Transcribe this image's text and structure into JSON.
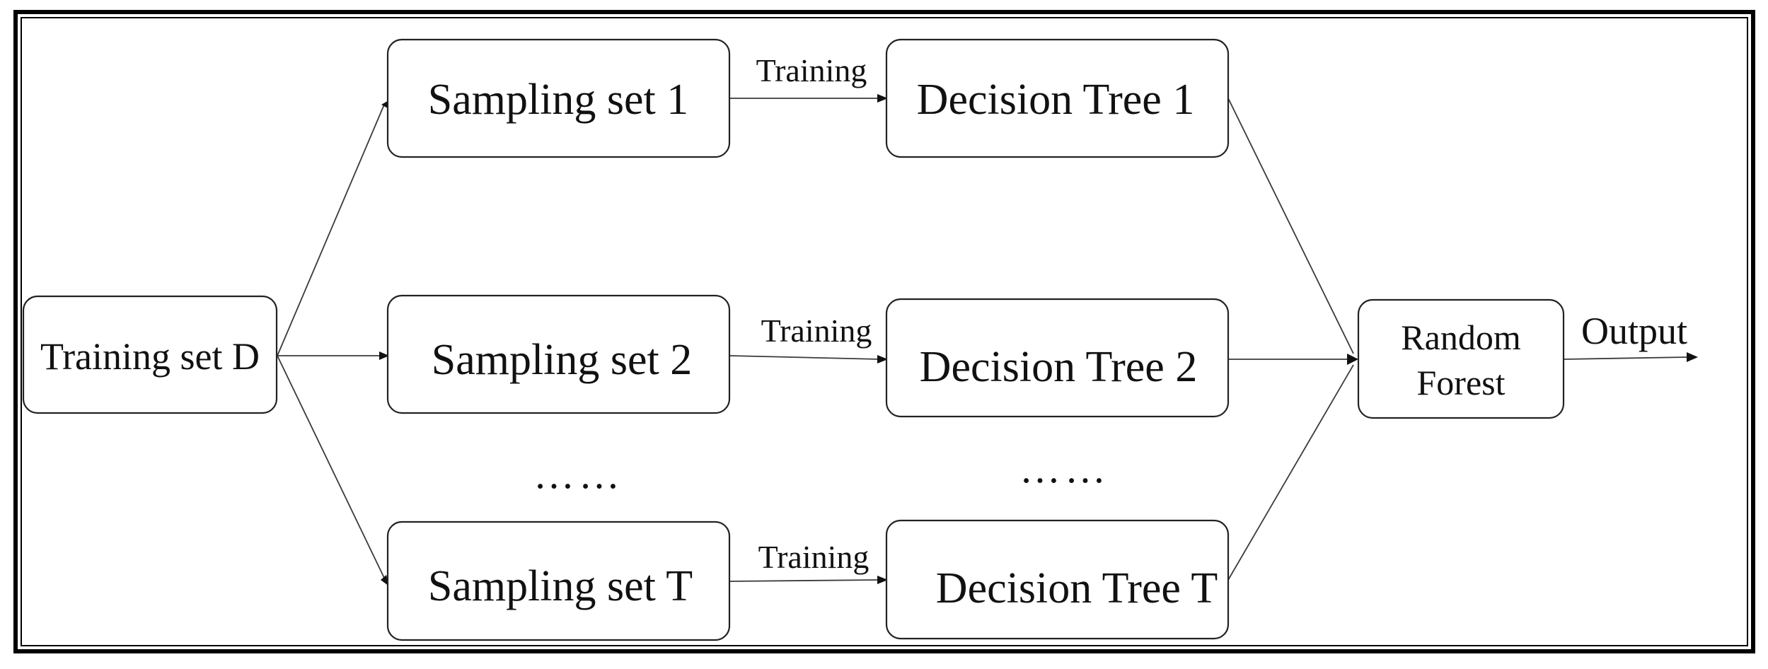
{
  "diagram": {
    "nodes": {
      "training_set": "Training set D",
      "sampling_1": "Sampling set 1",
      "sampling_2": "Sampling set 2",
      "sampling_t": "Sampling set T",
      "tree_1": "Decision Tree 1",
      "tree_2": "Decision Tree 2",
      "tree_t": "Decision Tree T",
      "forest_line1": "Random",
      "forest_line2": "Forest"
    },
    "edge_labels": {
      "training_1": "Training",
      "training_2": "Training",
      "training_t": "Training",
      "output": "Output"
    },
    "ellipsis": {
      "sampling": "……",
      "trees": "……"
    }
  }
}
